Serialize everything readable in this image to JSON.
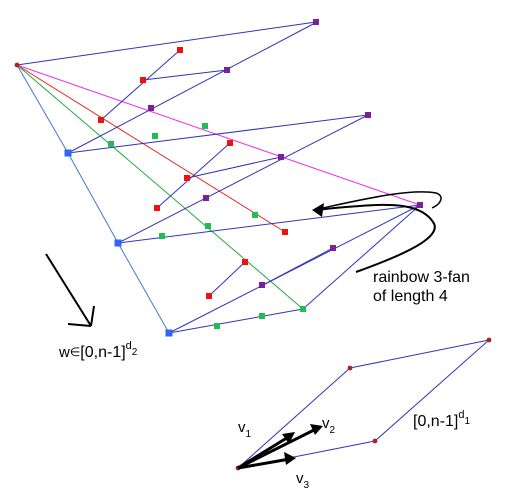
{
  "labels": {
    "rainbow_line1": "rainbow 3-fan",
    "rainbow_line2": "of length 4",
    "w_prefix": "w",
    "w_elem": "∈",
    "w_set": "[0,n-1]",
    "w_exp_base": "d",
    "w_exp_sub": "2",
    "v_set": "[0,n-1]",
    "v_exp_base": "d",
    "v_exp_sub": "1",
    "v1_base": "v",
    "v1_sub": "1",
    "v2_base": "v",
    "v2_sub": "2",
    "v3_base": "v",
    "v3_sub": "3"
  },
  "colors": {
    "grid_line": "#3333bb",
    "fan_magenta": "#ee33ee",
    "fan_red": "#ee2222",
    "fan_green": "#22aa44",
    "fan_blue": "#4477dd",
    "point_blue": "#3366ee",
    "point_green": "#22bb55",
    "point_red": "#ee1111",
    "point_purple": "#772299",
    "point_small": "#aa2222",
    "arrow": "#000000"
  }
}
